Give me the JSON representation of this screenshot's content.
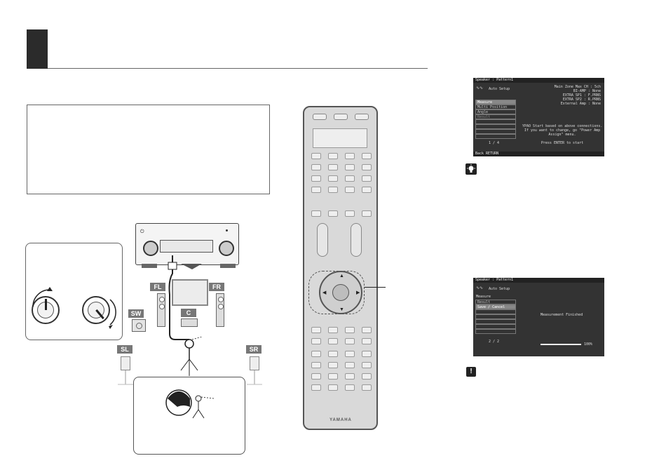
{
  "receiver": {
    "brand_mark": "⏻"
  },
  "speakers": {
    "fl": "FL",
    "fr": "FR",
    "c": "C",
    "sw": "SW",
    "sl": "SL",
    "sr": "SR"
  },
  "remote": {
    "brand": "YAMAHA"
  },
  "osd1": {
    "title": "Speaker : Pattern1",
    "app": "Auto Setup",
    "menu": [
      "Measure",
      "Multi Position",
      "Angle",
      "Result"
    ],
    "menu_values": [
      "",
      "",
      "",
      ""
    ],
    "page": "1 / 4",
    "footer": "Back RETURN",
    "info": [
      "Main Zone Max CH : 5ch",
      "BI-AMP : None",
      "EXTRA SP1 : F.PRNS",
      "EXTRA SP2 : R.PRNS",
      "External Amp : None"
    ],
    "message1": "YPAO Start based on above connections.",
    "message2": "If you want to change, go \"Power Amp",
    "message3": "Assign\" menu.",
    "message4": "Press ENTER to start"
  },
  "osd2": {
    "title": "Speaker : Pattern1",
    "app": "Auto Setup",
    "section": "Measure",
    "menu": [
      "Result",
      "Save / Cancel"
    ],
    "page": "2 / 2",
    "status": "Measurement Finished",
    "progress_label": "100%",
    "progress": 1.0
  },
  "icons": {
    "tip": "tip-icon",
    "caution": "caution-icon"
  },
  "caution_glyph": "!"
}
